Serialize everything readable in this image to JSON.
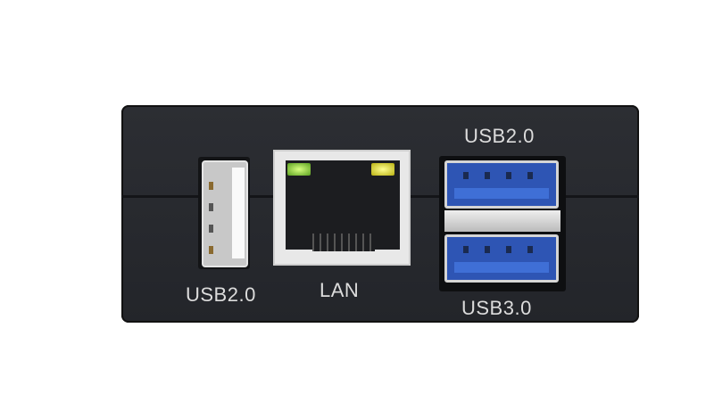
{
  "labels": {
    "usb2_left": "USB2.0",
    "lan": "LAN",
    "usb2_top": "USB2.0",
    "usb3_bottom": "USB3.0"
  },
  "colors": {
    "case": "#26282d",
    "usb3_blue": "#2e55b4",
    "led_left": "#7ad02a",
    "led_right": "#d8e020"
  }
}
